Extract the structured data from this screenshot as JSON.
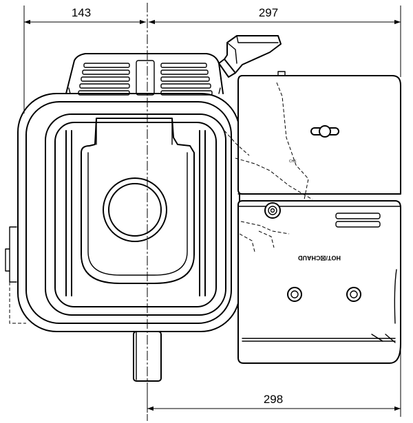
{
  "dimensions": {
    "left_width": "143",
    "right_width_top": "297",
    "right_width_bottom": "298"
  },
  "panel_labels": {
    "warning_text": "HOT/☒CHAUD",
    "small_text": "CHK"
  }
}
